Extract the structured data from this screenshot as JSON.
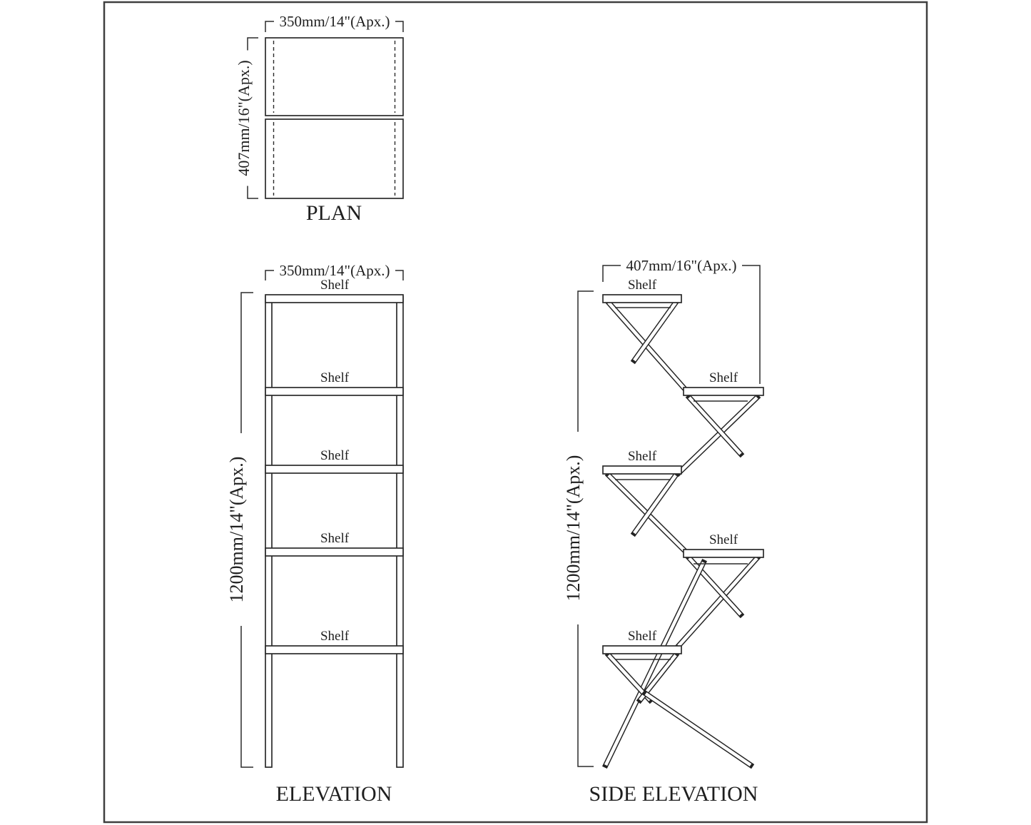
{
  "drawing": {
    "colors": {
      "background": "#ffffff",
      "line": "#2b2b2b",
      "frame": "#3f3f3f"
    },
    "plan": {
      "title": "PLAN",
      "width_dim": "350mm/14\"(Apx.)",
      "depth_dim": "407mm/16\"(Apx.)"
    },
    "elevation": {
      "title": "ELEVATION",
      "width_dim": "350mm/14\"(Apx.)",
      "height_dim": "1200mm/14\"(Apx.)",
      "shelves": [
        "Shelf",
        "Shelf",
        "Shelf",
        "Shelf",
        "Shelf"
      ]
    },
    "side_elevation": {
      "title": "SIDE ELEVATION",
      "depth_dim": "407mm/16\"(Apx.)",
      "height_dim": "1200mm/14\"(Apx.)",
      "shelves": [
        "Shelf",
        "Shelf",
        "Shelf",
        "Shelf",
        "Shelf"
      ]
    }
  }
}
